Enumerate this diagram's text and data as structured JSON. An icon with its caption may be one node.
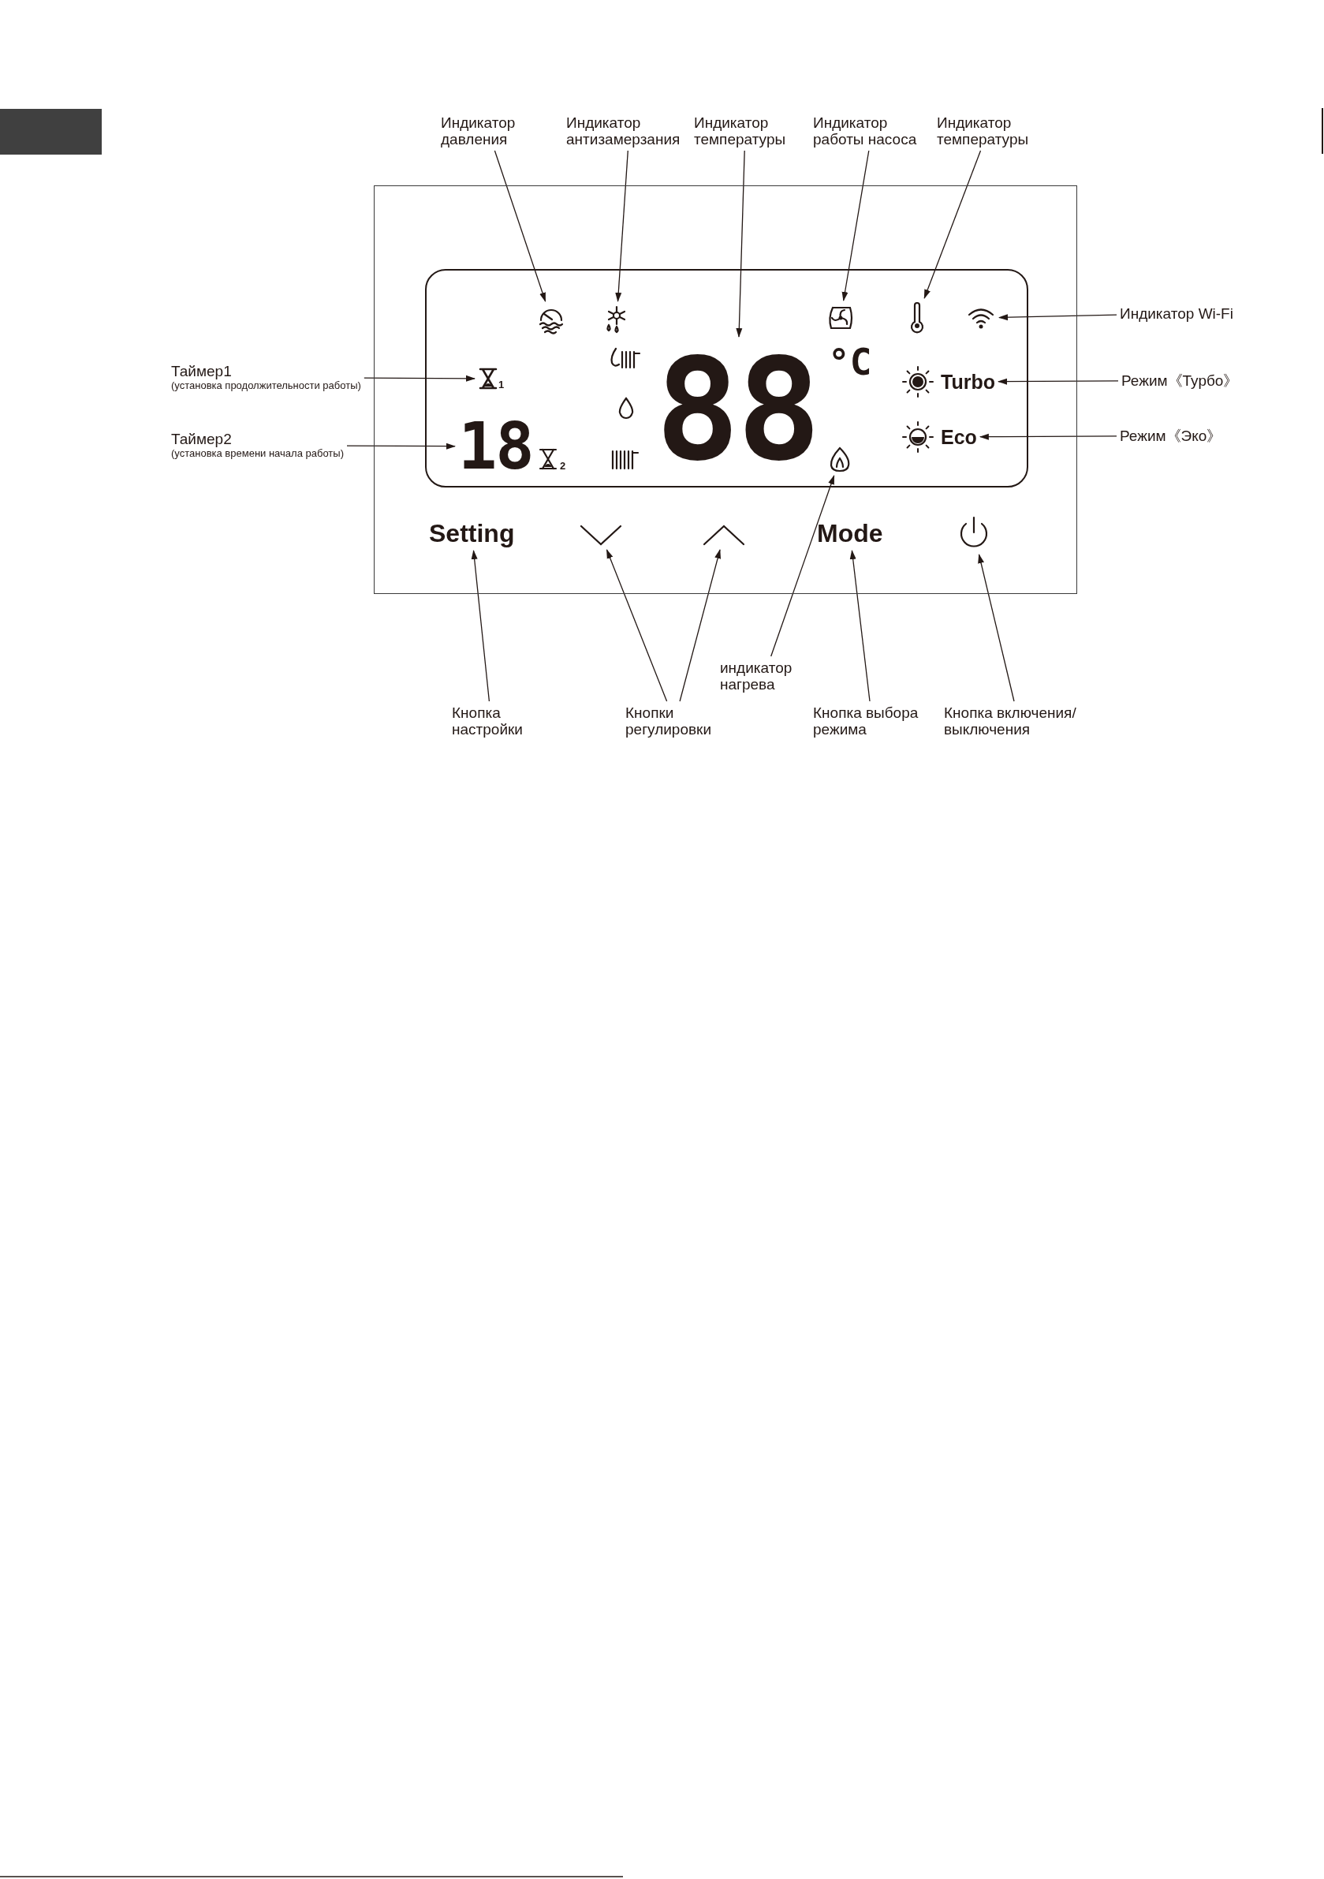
{
  "diagram": {
    "nodes": [
      {
        "text": [],
        "shape": "box"
      },
      {
        "text": [],
        "shape": "box",
        "in": 0
      },
      {
        "text": [
          "Индикатор давления"
        ]
      },
      {
        "text": [
          "Индикатор антизамерзания"
        ]
      },
      {
        "text": [
          "Индикатор температуры"
        ]
      },
      {
        "text": [
          "Индикатор работы насоса"
        ]
      },
      {
        "text": [
          "Индикатор температуры"
        ]
      },
      {
        "text": [
          "Таймер1",
          "(установка продолжительности работы)"
        ]
      },
      {
        "text": [
          "Таймер2",
          "(установка времени начала работы)"
        ]
      },
      {
        "text": [
          "Индикатор Wi-Fi"
        ]
      },
      {
        "text": [
          "Режим《Турбо》"
        ]
      },
      {
        "text": [
          "Режим《Эко》"
        ]
      },
      {
        "text": [
          "индикатор нагрева"
        ]
      },
      {
        "text": [
          "Кнопка настройки"
        ]
      },
      {
        "text": [
          "Кнопки регулировки"
        ]
      },
      {
        "text": [
          "Кнопка выбора режима"
        ]
      },
      {
        "text": [
          "Кнопка включения/ выключения"
        ]
      },
      {
        "text": [],
        "shape": "gauge",
        "in": 1
      },
      {
        "text": [],
        "shape": "snowflake",
        "in": 1
      },
      {
        "text": [
          "88"
        ],
        "in": 1
      },
      {
        "text": [],
        "shape": "fan",
        "in": 1
      },
      {
        "text": [],
        "shape": "thermometer",
        "in": 1
      },
      {
        "text": [],
        "shape": "wifi",
        "in": 1
      },
      {
        "text": [
          "1"
        ],
        "in": 1
      },
      {
        "text": [
          "18"
        ],
        "in": 1
      },
      {
        "text": [
          "Turbo"
        ],
        "in": 1
      },
      {
        "text": [
          "Eco"
        ],
        "in": 1
      },
      {
        "text": [],
        "shape": "flame",
        "in": 1
      },
      {
        "text": [
          "Setting"
        ],
        "in": 0
      },
      {
        "text": [],
        "shape": "chevron",
        "in": 0
      },
      {
        "text": [],
        "shape": "chevron",
        "in": 0
      },
      {
        "text": [
          "Mode"
        ],
        "in": 0
      },
      {
        "text": [],
        "shape": "power",
        "in": 0
      }
    ],
    "edges": [
      {
        "from": 2,
        "to": 17,
        "arrow": "to"
      },
      {
        "from": 3,
        "to": 18,
        "arrow": "to"
      },
      {
        "from": 4,
        "to": 19,
        "arrow": "to"
      },
      {
        "from": 5,
        "to": 20,
        "arrow": "to"
      },
      {
        "from": 6,
        "to": 21,
        "arrow": "to"
      },
      {
        "from": 7,
        "to": 23,
        "arrow": "to"
      },
      {
        "from": 8,
        "to": 24,
        "arrow": "to"
      },
      {
        "from": 9,
        "to": 22,
        "arrow": "to"
      },
      {
        "from": 10,
        "to": 25,
        "arrow": "to"
      },
      {
        "from": 11,
        "to": 26,
        "arrow": "to"
      },
      {
        "from": 12,
        "to": 27,
        "arrow": "to"
      },
      {
        "from": 13,
        "to": 28,
        "arrow": "to"
      },
      {
        "from": 14,
        "to": 29,
        "arrow": "to"
      },
      {
        "from": 14,
        "to": 30,
        "arrow": "to"
      },
      {
        "from": 15,
        "to": 31,
        "arrow": "to"
      },
      {
        "from": 16,
        "to": 32,
        "arrow": "to"
      }
    ],
    "labels": [
      "°C",
      "2"
    ]
  }
}
